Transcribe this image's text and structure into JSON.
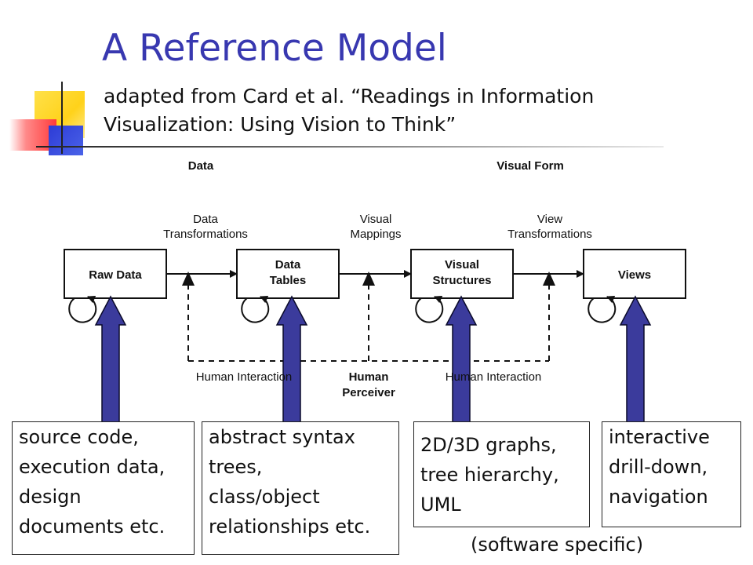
{
  "title": "A Reference Model",
  "subtitle": {
    "line1": "adapted from Card et al. “Readings in Information",
    "line2": "Visualization: Using Vision to Think”"
  },
  "diagram": {
    "headers": {
      "data": "Data",
      "visual_form": "Visual Form"
    },
    "transforms": {
      "data_line1": "Data",
      "data_line2": "Transformations",
      "visual_line1": "Visual",
      "visual_line2": "Mappings",
      "view_line1": "View",
      "view_line2": "Transformations"
    },
    "boxes": {
      "raw_data": "Raw Data",
      "data_tables_line1": "Data",
      "data_tables_line2": "Tables",
      "visual_structures_line1": "Visual",
      "visual_structures_line2": "Structures",
      "views": "Views"
    },
    "interaction": {
      "left": "Human Interaction",
      "perceiver_line1": "Human",
      "perceiver_line2": "Perceiver",
      "right": "Human Interaction"
    }
  },
  "callouts": {
    "source": [
      "source code,",
      "execution data,",
      "design",
      "documents etc."
    ],
    "ast": [
      "abstract syntax",
      "trees,",
      "class/object",
      "relationships etc."
    ],
    "graphs": [
      "2D/3D graphs,",
      "tree hierarchy,",
      "UML"
    ],
    "nav": [
      "interactive",
      "drill-down,",
      "navigation"
    ]
  },
  "footnote": "(software specific)",
  "colors": {
    "title": "#3838b0",
    "arrow_fill": "#3b3b9c"
  }
}
